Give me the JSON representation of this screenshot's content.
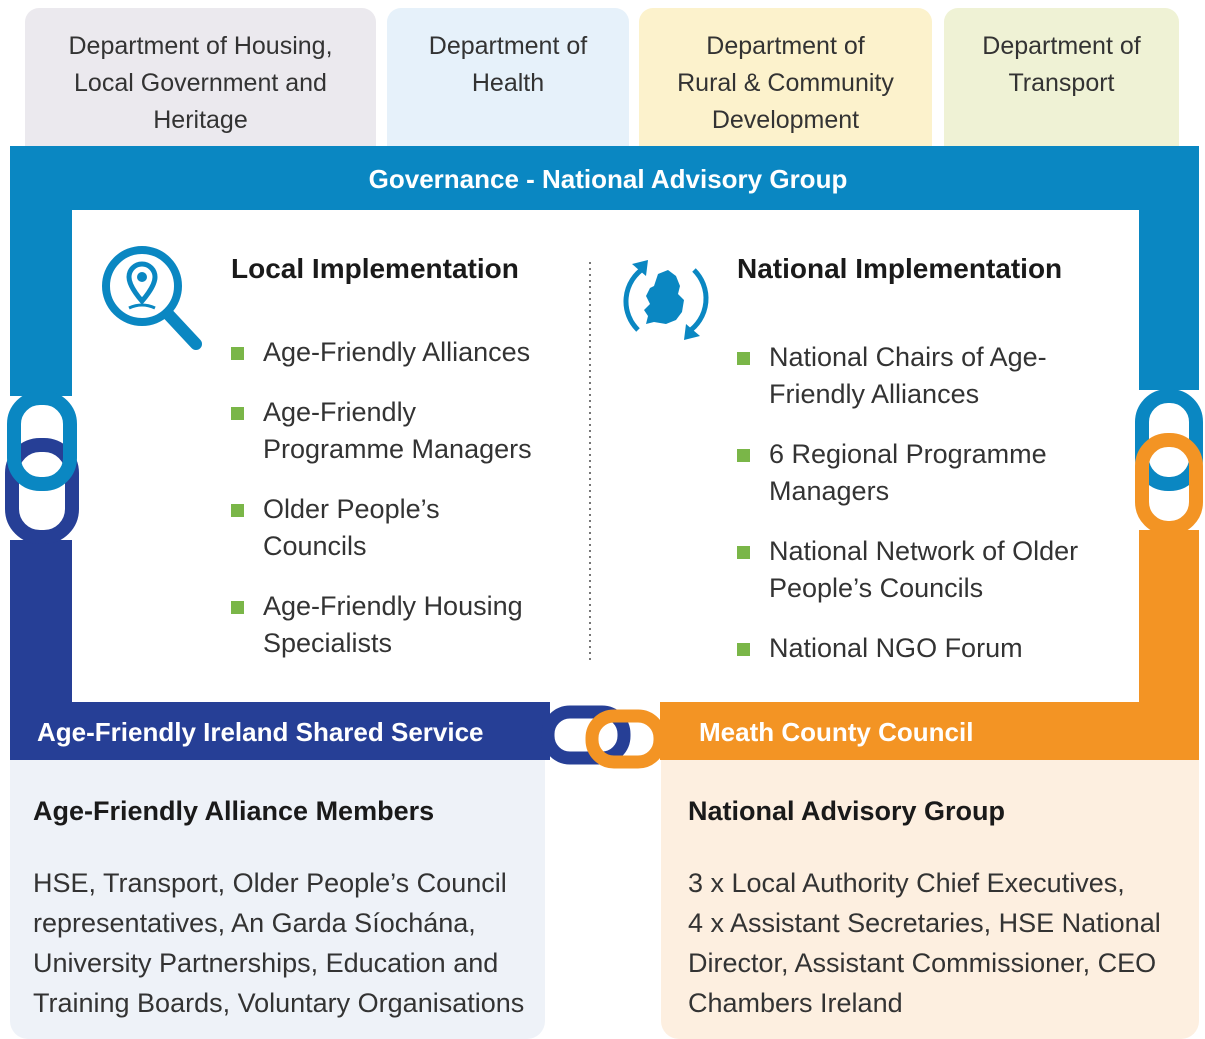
{
  "departments": [
    {
      "label": "Department of Housing, Local Government and Heritage",
      "lines": [
        "Department of Housing,",
        "Local Government and",
        "Heritage"
      ],
      "color": "#ebe9ee"
    },
    {
      "label": "Department of Health",
      "lines": [
        "Department of",
        "Health"
      ],
      "color": "#e6f1fa"
    },
    {
      "label": "Department of Rural & Community Development",
      "lines": [
        "Department of",
        "Rural & Community",
        "Development"
      ],
      "color": "#fcf2cc"
    },
    {
      "label": "Department of Transport",
      "lines": [
        "Department of",
        "Transport"
      ],
      "color": "#eff2d5"
    }
  ],
  "governance_label": "Governance - National Advisory Group",
  "local": {
    "title": "Local Implementation",
    "icon": "location-search-icon",
    "items": [
      {
        "lines": [
          "Age-Friendly Alliances"
        ]
      },
      {
        "lines": [
          "Age-Friendly",
          "Programme Managers"
        ]
      },
      {
        "lines": [
          "Older People’s",
          "Councils"
        ]
      },
      {
        "lines": [
          "Age-Friendly Housing",
          "Specialists"
        ]
      }
    ]
  },
  "national": {
    "title": "National Implementation",
    "icon": "ireland-cycle-icon",
    "items": [
      {
        "lines": [
          "National Chairs of Age-",
          "Friendly Alliances"
        ]
      },
      {
        "lines": [
          "6 Regional Programme",
          "Managers"
        ]
      },
      {
        "lines": [
          "National Network of Older",
          "People’s Councils"
        ]
      },
      {
        "lines": [
          "National NGO Forum"
        ]
      }
    ]
  },
  "shared_service_label": "Age-Friendly Ireland Shared Service",
  "meath_label": "Meath County Council",
  "alliance_members": {
    "title": "Age-Friendly Alliance Members",
    "lines": [
      "HSE, Transport, Older People’s Council",
      "representatives, An Garda Síochána,",
      "University Partnerships, Education and",
      "Training Boards, Voluntary Organisations"
    ]
  },
  "advisory_group": {
    "title": "National Advisory Group",
    "lines": [
      "3 x Local Authority Chief Executives,",
      "4 x Assistant Secretaries, HSE National",
      "Director, Assistant Commissioner, CEO",
      "Chambers Ireland"
    ]
  },
  "colors": {
    "governance_blue": "#0a87c2",
    "shared_navy": "#263f96",
    "meath_orange": "#f39424",
    "bullet_green": "#7ab648",
    "alliance_panel_bg": "#eef2f8",
    "advisory_panel_bg": "#fdefe0"
  }
}
